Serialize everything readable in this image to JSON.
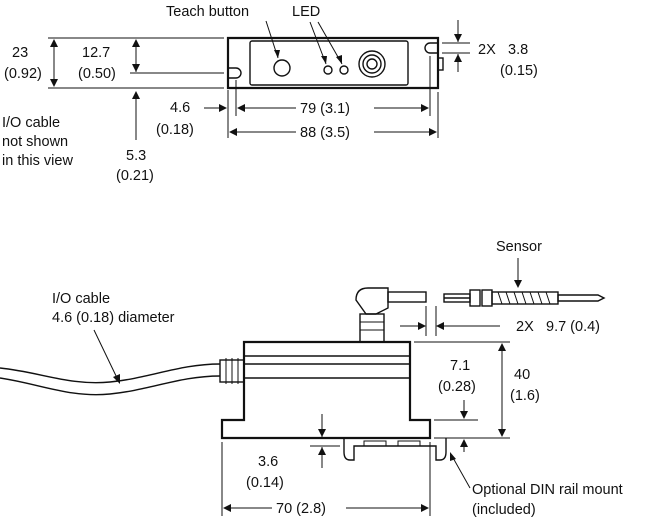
{
  "top_view": {
    "callouts": {
      "teach_button": "Teach button",
      "led": "LED"
    },
    "dimensions": {
      "height_mm": "23",
      "height_in": "(0.92)",
      "hole_offset_mm": "12.7",
      "hole_offset_in": "(0.50)",
      "hole_edge_mm": "4.6",
      "hole_edge_in": "(0.18)",
      "hole_spacing_mm": "79 (3.1)",
      "overall_length_mm": "88 (3.5)",
      "hole_vertical_mm": "5.3",
      "hole_vertical_in": "(0.21)",
      "hole_dia_prefix": "2X",
      "hole_dia_mm": "3.8",
      "hole_dia_in": "(0.15)"
    },
    "note": {
      "line1": "I/O cable",
      "line2": "not shown",
      "line3": "in this view"
    }
  },
  "side_view": {
    "callouts": {
      "sensor": "Sensor",
      "cable_line1": "I/O cable",
      "cable_line2": "4.6 (0.18) diameter",
      "din_line1": "Optional DIN rail mount",
      "din_line2": "(included)"
    },
    "dimensions": {
      "connector_prefix": "2X",
      "connector_mm": "9.7 (0.4)",
      "step_mm": "7.1",
      "step_in": "(0.28)",
      "height_mm": "40",
      "height_in": "(1.6)",
      "rail_mm": "3.6",
      "rail_in": "(0.14)",
      "base_length": "70 (2.8)"
    }
  }
}
